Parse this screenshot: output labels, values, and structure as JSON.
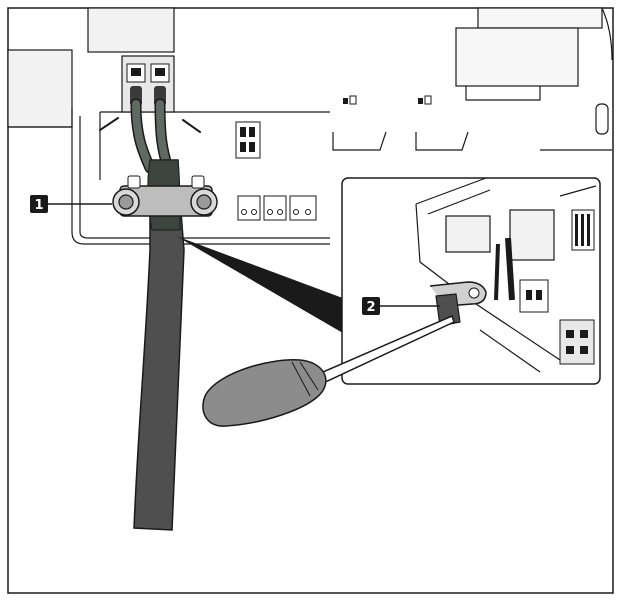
{
  "diagram": {
    "callouts": [
      {
        "label": "1",
        "target": "cable-clamp"
      },
      {
        "label": "2",
        "target": "clamp-screw-detail"
      }
    ],
    "colors": {
      "line": "#1a1a1a",
      "cable": "#4f4f4f",
      "inner_wire": "#5f6b62",
      "screwdriver_handle": "#8c8c8c",
      "callout_fill": "#1a1a1a",
      "callout_text": "#ffffff"
    }
  }
}
